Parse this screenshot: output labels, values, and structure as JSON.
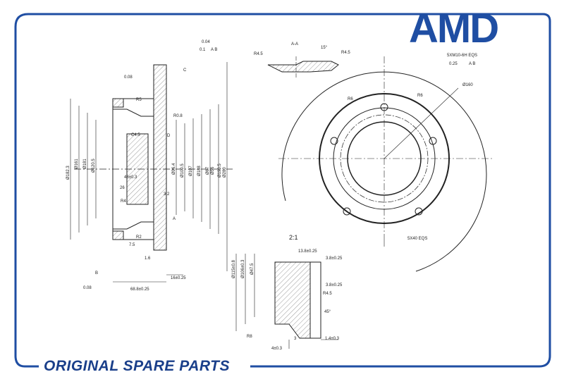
{
  "brand": {
    "logo_text": "AMD",
    "footer_text": "ORIGINAL SPARE PARTS",
    "color": "#1f4ea3"
  },
  "drawing": {
    "section_label": "A-A",
    "detail_label": "2:1",
    "datum_a": "A",
    "datum_b": "B",
    "datum_c": "C",
    "datum_d": "D",
    "tol_flatness": "0.04",
    "tol_runout_top": "0.1",
    "tol_runout_ref": "A B",
    "tol_parallel": "0.08",
    "tol_runout_left": "0.08",
    "tol_position": "0.25",
    "tol_position_ref": "A B",
    "thread_spec": "5XM10-6H EQS",
    "dim_dia_160": "Ø160",
    "dim_bolt_pattern": "5X40 EQS",
    "dims_left": [
      "Ø161",
      "Ø181",
      "Ø120.5",
      "Ø182.3"
    ],
    "dims_right": [
      "Ø96.4",
      "Ø100.5",
      "Ø107",
      "Ø188",
      "Ø67",
      "Ø56",
      "Ø190.5",
      "Ø280"
    ],
    "dim_46": "46±0.3",
    "dim_26": "26",
    "dim_r4": "R4",
    "dim_r2": "R2",
    "dim_r5": "R5",
    "dim_r08": "R0.8",
    "dim_c45": "C4.5",
    "dim_32": "3.2",
    "dim_75": "7.5",
    "dim_16": "1.6",
    "dim_16w": "16±0.25",
    "dim_688": "68.8±0.25",
    "dim_r45": "R4.5",
    "dim_r6": "R6",
    "dim_15deg": "15°",
    "dim_45deg": "45°",
    "detail_dims": [
      "Ø115±0.8",
      "Ø106±0.3",
      "Ø47.5",
      "13.8±0.25",
      "3.8±0.25",
      "3.8±0.25",
      "R4.5",
      "R8",
      "4±0.3",
      "1.4±0.3",
      "3"
    ]
  }
}
